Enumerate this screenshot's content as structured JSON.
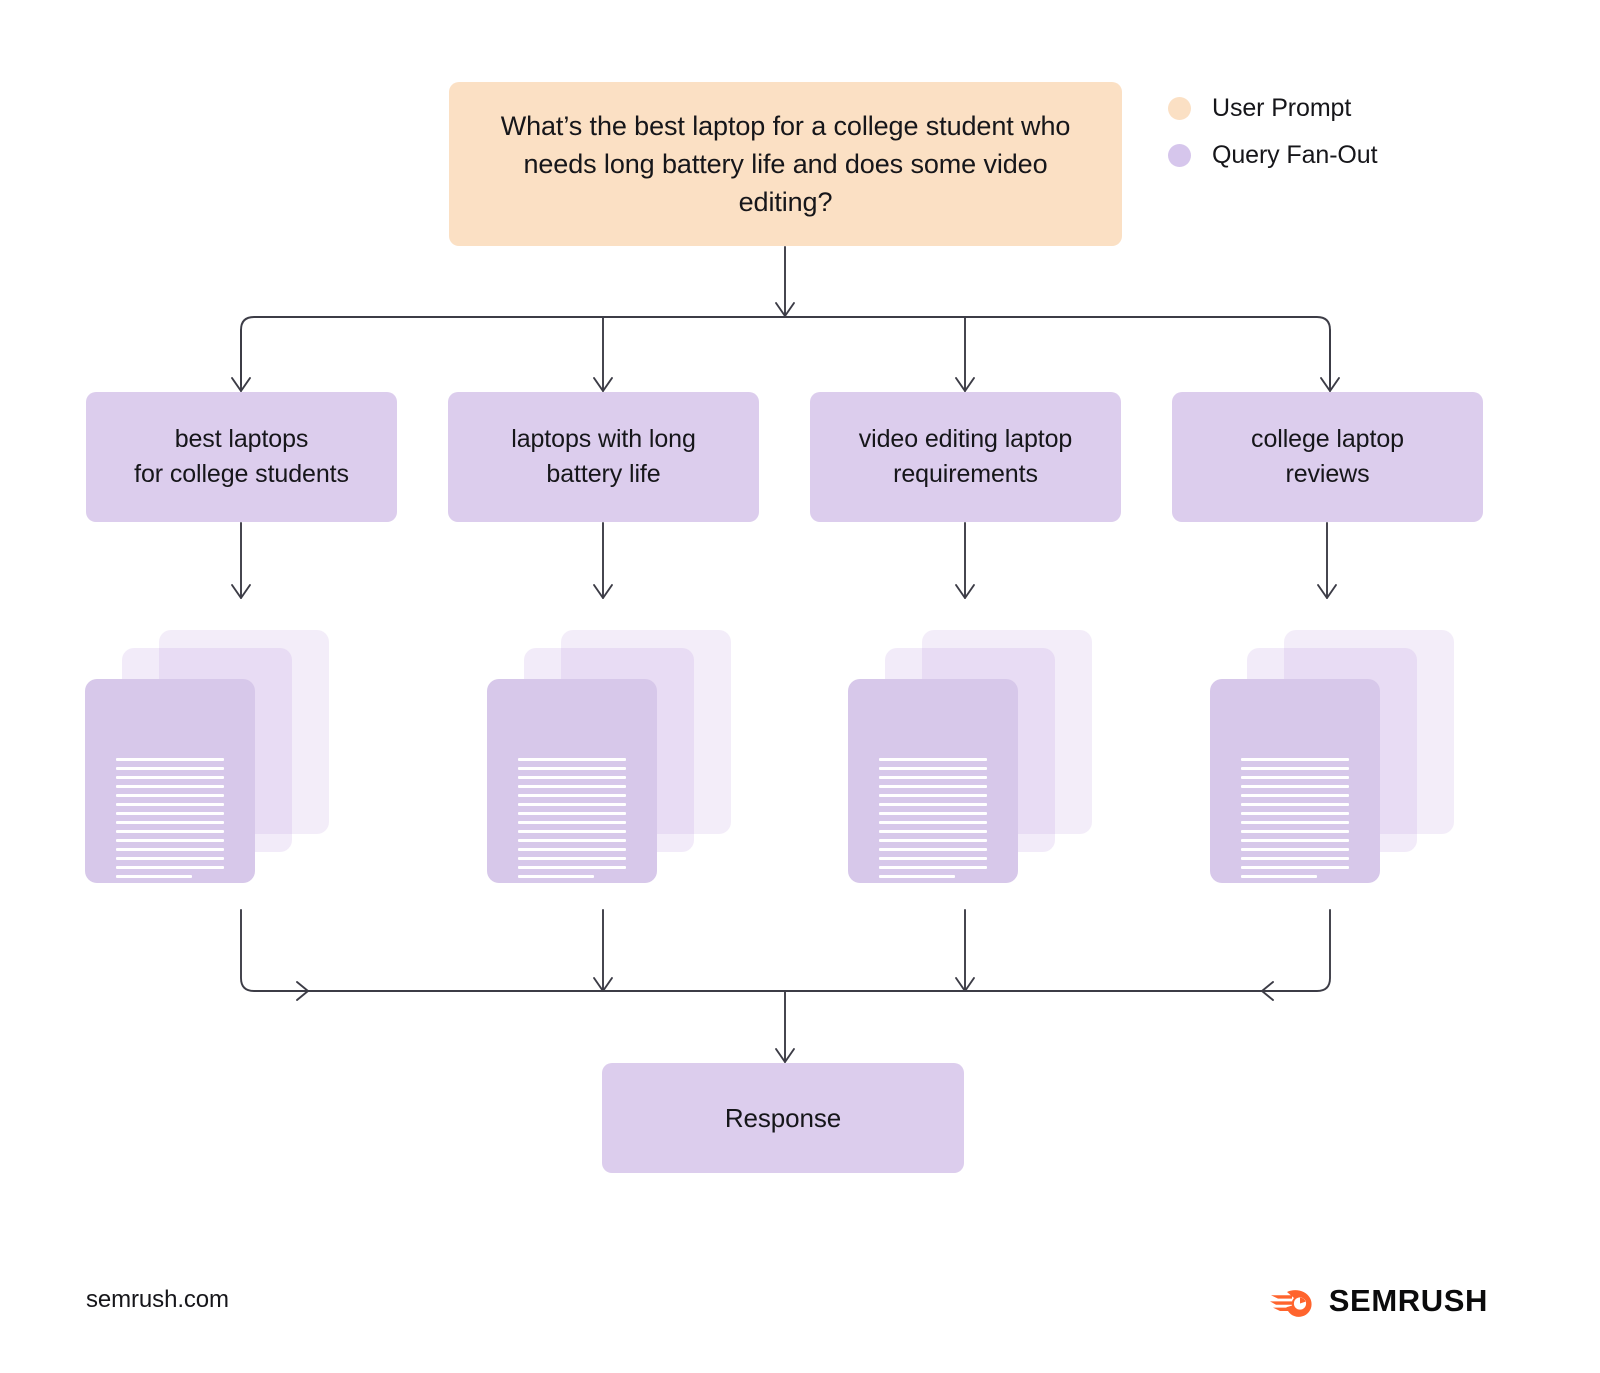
{
  "diagram": {
    "title": "Query Fan-Out",
    "background_color": "#FFFFFF",
    "prompt": {
      "label": "What’s the best laptop for a college student who needs long battery life and does some video editing?",
      "color": "#FBE0C4"
    },
    "legend": {
      "items": [
        {
          "label": "User Prompt",
          "color": "#FBE0C4"
        },
        {
          "label": "Query Fan-Out",
          "color": "#D6C6EC"
        }
      ]
    },
    "queries": [
      {
        "label": "best laptops\nfor college students",
        "color": "#DCCDED"
      },
      {
        "label": "laptops with long\nbattery life",
        "color": "#DCCDED"
      },
      {
        "label": "video editing laptop\nrequirements",
        "color": "#DCCDED"
      },
      {
        "label": "college laptop\nreviews",
        "color": "#DCCDED"
      }
    ],
    "documents": {
      "icon": "document-stack-icon",
      "cards_per_stack": 3,
      "text_lines_per_card": 14,
      "front_color": "#D7C8EA"
    },
    "response": {
      "label": "Response",
      "color": "#DCCDED"
    },
    "connectors": {
      "stroke_color": "#3C3C46",
      "arrowhead": "chevron-down"
    },
    "footer": {
      "url": "semrush.com",
      "brand_name": "SEMRUSH",
      "brand_mark_color": "#FF642D"
    }
  }
}
